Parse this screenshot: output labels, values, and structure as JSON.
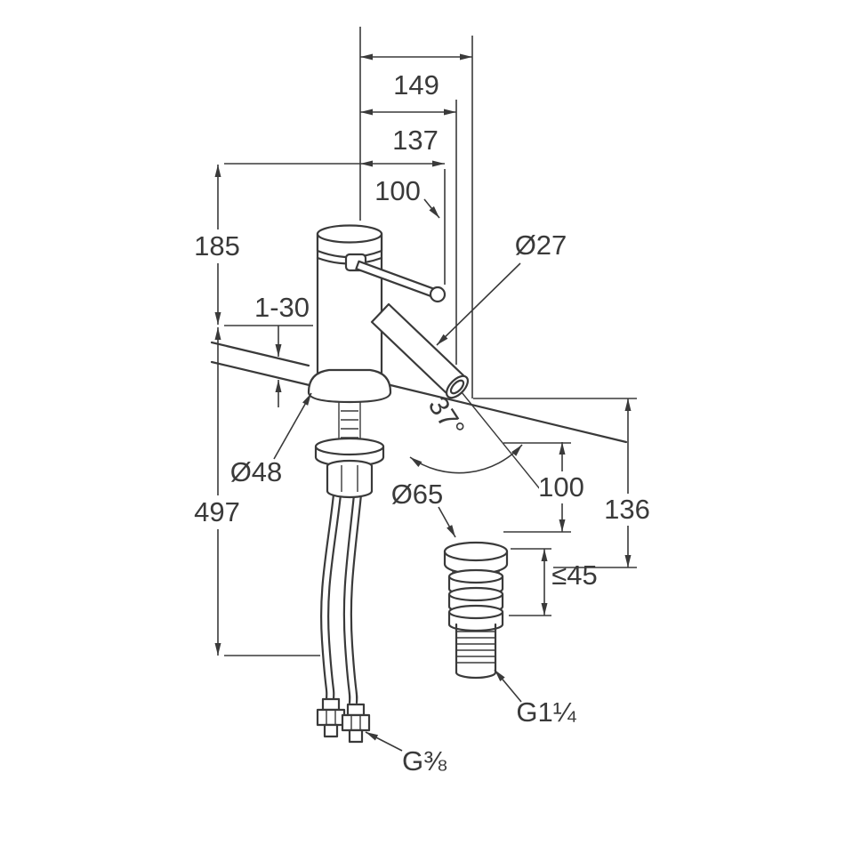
{
  "page": {
    "background": "#ffffff",
    "line_color": "#3a3a3a"
  },
  "dimensions": {
    "projection": "149",
    "spout_reach": "137",
    "handle_length": "100",
    "height_above_deck": "185",
    "deck_thickness": "1-30",
    "spout_diameter": "Ø27",
    "base_diameter": "Ø48",
    "total_height": "497",
    "spout_angle": "37°",
    "outlet_height": "100",
    "outlet_top_height": "136",
    "drain_cap_diameter": "Ø65",
    "drain_cap_adjust": "≤45",
    "drain_thread": "G1¼",
    "supply_thread": "G⅜"
  }
}
